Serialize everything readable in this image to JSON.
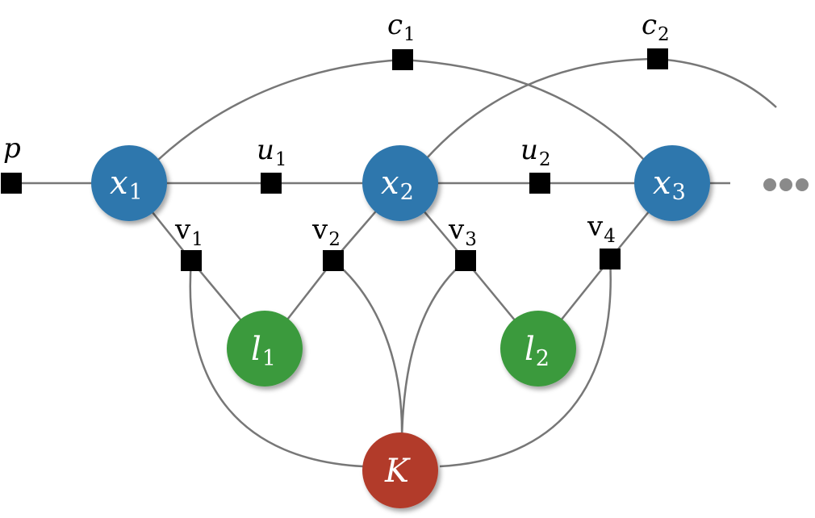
{
  "colors": {
    "variable_node": "#2f77ad",
    "local_node": "#3a9a3c",
    "key_node": "#b23a2a",
    "edge": "#777777",
    "factor": "#000000",
    "ellipsis": "#8a8a8a"
  },
  "nodes": [
    {
      "id": "x1",
      "base": "x",
      "sub": "1",
      "kind": "variable"
    },
    {
      "id": "x2",
      "base": "x",
      "sub": "2",
      "kind": "variable"
    },
    {
      "id": "x3",
      "base": "x",
      "sub": "3",
      "kind": "variable"
    },
    {
      "id": "l1",
      "base": "l",
      "sub": "1",
      "kind": "local"
    },
    {
      "id": "l2",
      "base": "l",
      "sub": "2",
      "kind": "local"
    },
    {
      "id": "K",
      "base": "K",
      "sub": "",
      "kind": "key"
    }
  ],
  "factors": [
    {
      "id": "p",
      "base": "p",
      "sub": "",
      "italic": true
    },
    {
      "id": "u1",
      "base": "u",
      "sub": "1",
      "italic": true
    },
    {
      "id": "u2",
      "base": "u",
      "sub": "2",
      "italic": true
    },
    {
      "id": "c1",
      "base": "c",
      "sub": "1",
      "italic": true
    },
    {
      "id": "c2",
      "base": "c",
      "sub": "2",
      "italic": true
    },
    {
      "id": "v1",
      "base": "v",
      "sub": "1",
      "italic": false
    },
    {
      "id": "v2",
      "base": "v",
      "sub": "2",
      "italic": false
    },
    {
      "id": "v3",
      "base": "v",
      "sub": "3",
      "italic": false
    },
    {
      "id": "v4",
      "base": "v",
      "sub": "4",
      "italic": false
    }
  ],
  "edges": [
    [
      "p",
      "x1"
    ],
    [
      "x1",
      "u1"
    ],
    [
      "u1",
      "x2"
    ],
    [
      "x2",
      "u2"
    ],
    [
      "u2",
      "x3"
    ],
    [
      "x1",
      "c1"
    ],
    [
      "c1",
      "x3"
    ],
    [
      "x2",
      "c2"
    ],
    [
      "x1",
      "v1"
    ],
    [
      "v1",
      "l1"
    ],
    [
      "l1",
      "v2"
    ],
    [
      "v2",
      "x2"
    ],
    [
      "x2",
      "v3"
    ],
    [
      "v3",
      "l2"
    ],
    [
      "l2",
      "v4"
    ],
    [
      "v4",
      "x3"
    ],
    [
      "v1",
      "K"
    ],
    [
      "v2",
      "K"
    ],
    [
      "v3",
      "K"
    ],
    [
      "v4",
      "K"
    ]
  ],
  "ellipsis_icon": "ellipsis-icon"
}
